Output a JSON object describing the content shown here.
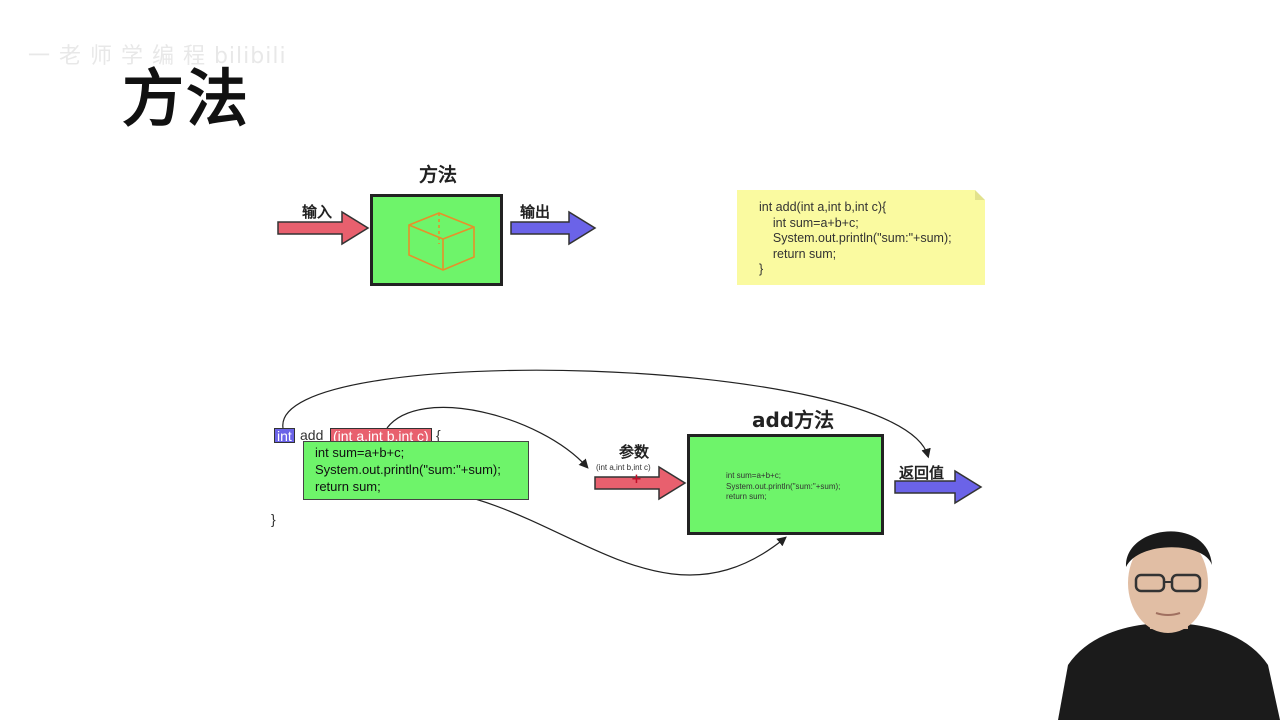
{
  "watermark": "一 老 师 学 编 程   bilibili",
  "page_title": "方法",
  "top_diagram": {
    "title": "方法",
    "input_label": "输入",
    "output_label": "输出",
    "box_icon": "cube-icon",
    "colors": {
      "box": "#6ef46a",
      "input_arrow": "#e8606e",
      "output_arrow": "#6b63e8",
      "cube": "#e7902a"
    }
  },
  "note": {
    "lines": [
      "int add(int a,int b,int c){",
      "    int sum=a+b+c;",
      "    System.out.println(\"sum:\"+sum);",
      "    return sum;",
      "}"
    ]
  },
  "bottom_diagram": {
    "return_type": "int",
    "method_name": "add",
    "params": "(int a,int b,int c)",
    "open_brace": "{",
    "close_brace": "}",
    "body_lines": [
      "int sum=a+b+c;",
      "System.out.println(\"sum:\"+sum);",
      "return sum;"
    ],
    "param_label": "参数",
    "param_sub": "(int a,int b,int c)",
    "box_title": "add方法",
    "box_lines": [
      "int sum=a+b+c;",
      "System.out.println(\"sum:\"+sum);",
      "return sum;"
    ],
    "return_label": "返回值",
    "plus_mark": "+"
  }
}
